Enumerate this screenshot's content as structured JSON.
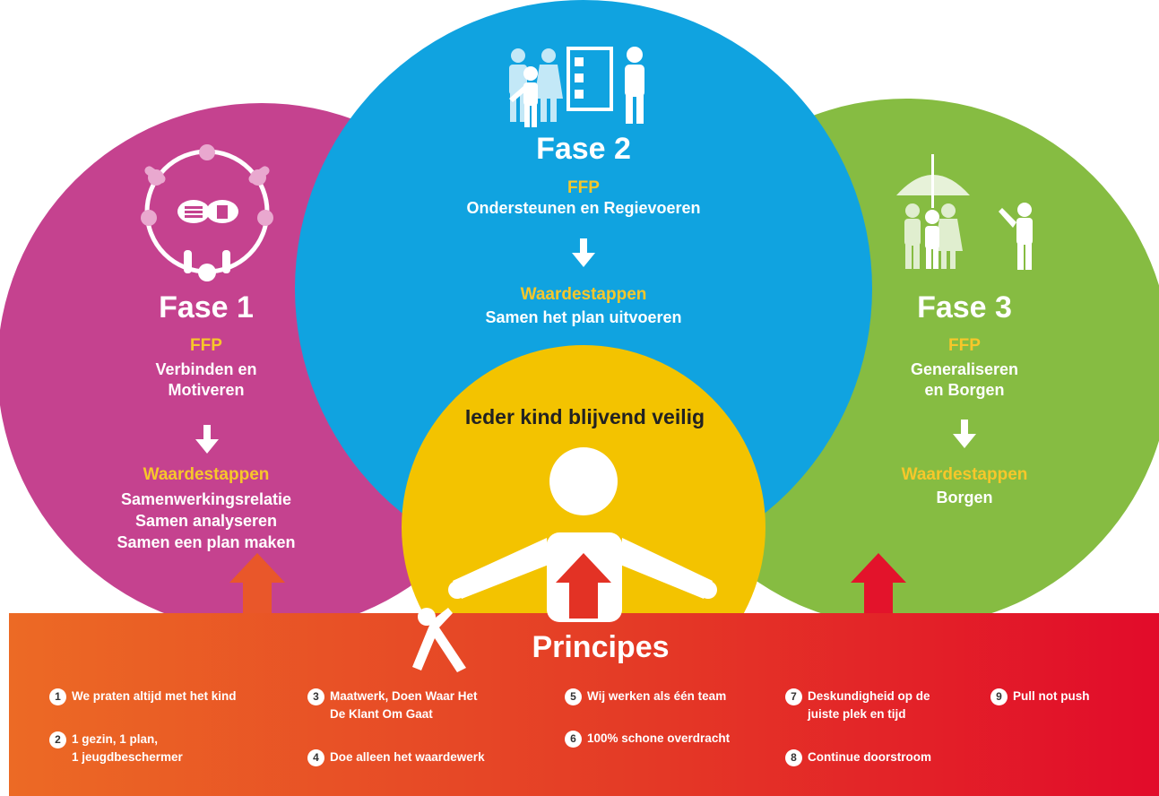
{
  "colors": {
    "phase1": "#c5428f",
    "phase2": "#10a3e0",
    "phase3": "#86bc42",
    "center": "#f3c300",
    "accent_yellow": "#f7c72a",
    "band_left": "#ec6a25",
    "band_right": "#e20b2a"
  },
  "phase1": {
    "title": "Fase 1",
    "ffp_label": "FFP",
    "ffp_text_line1": "Verbinden en",
    "ffp_text_line2": "Motiveren",
    "steps_label": "Waardestappen",
    "steps": [
      "Samenwerkingsrelatie",
      "Samen analyseren",
      "Samen een plan maken"
    ],
    "icon": "meeting-circle-icon"
  },
  "phase2": {
    "title": "Fase 2",
    "ffp_label": "FFP",
    "ffp_text": "Ondersteunen en Regievoeren",
    "steps_label": "Waardestappen",
    "steps": [
      "Samen het plan uitvoeren"
    ],
    "icon": "family-checklist-icon"
  },
  "phase3": {
    "title": "Fase 3",
    "ffp_label": "FFP",
    "ffp_text_line1": "Generaliseren",
    "ffp_text_line2": "en Borgen",
    "steps_label": "Waardestappen",
    "steps": [
      "Borgen"
    ],
    "icon": "family-umbrella-icon"
  },
  "center": {
    "goal": "Ieder kind blijvend veilig",
    "icon": "child-figure-icon"
  },
  "principles": {
    "title": "Principes",
    "items": [
      {
        "num": "1",
        "text": "We praten altijd met het kind"
      },
      {
        "num": "2",
        "text": "1 gezin, 1 plan,\n1 jeugdbeschermer"
      },
      {
        "num": "3",
        "text": "Maatwerk, Doen Waar Het\nDe Klant Om Gaat"
      },
      {
        "num": "4",
        "text": "Doe alleen het waardewerk"
      },
      {
        "num": "5",
        "text": "Wij werken als één team"
      },
      {
        "num": "6",
        "text": "100% schone overdracht"
      },
      {
        "num": "7",
        "text": "Deskundigheid op de\njuiste plek en tijd"
      },
      {
        "num": "8",
        "text": "Continue doorstroom"
      },
      {
        "num": "9",
        "text": "Pull not push"
      }
    ]
  }
}
